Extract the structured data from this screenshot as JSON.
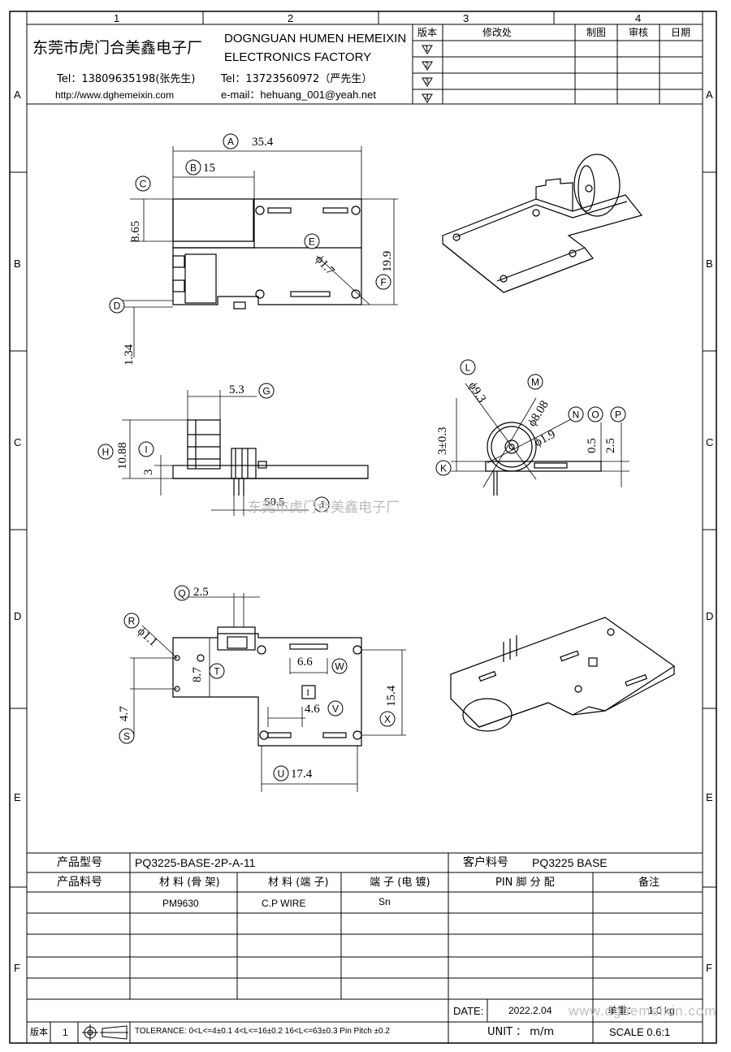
{
  "grid": {
    "columns": [
      "1",
      "2",
      "3",
      "4"
    ],
    "rows": [
      "A",
      "B",
      "C",
      "D",
      "E",
      "F"
    ]
  },
  "header": {
    "company_cn": "东莞市虎门合美鑫电子厂",
    "company_en_line1": "DOGNGUAN HUMEN HEMEIXIN",
    "company_en_line2": "ELECTRONICS FACTORY",
    "tel1": "Tel：13809635198(张先生)",
    "tel2": "Tel：13723560972（严先生）",
    "website": "http://www.dghemeixin.com",
    "email": "e-mail：hehuang_001@yeah.net"
  },
  "revision_table": {
    "headers": [
      "版本",
      "修改处",
      "制图",
      "审核",
      "日期"
    ],
    "revisions": [
      "1",
      "2",
      "3",
      "4"
    ]
  },
  "dimensions": {
    "A": {
      "tag": "A",
      "value": "35.4"
    },
    "B": {
      "tag": "B",
      "value": "15"
    },
    "C": {
      "tag": "C",
      "value": "8.65"
    },
    "D": {
      "tag": "D",
      "value": "1.34"
    },
    "E": {
      "tag": "E",
      "value": "ϕ1.7"
    },
    "F": {
      "tag": "F",
      "value": "19.9"
    },
    "G": {
      "tag": "G",
      "value": "5.3"
    },
    "H": {
      "tag": "H",
      "value": "10.88"
    },
    "I": {
      "tag": "I",
      "value": "3"
    },
    "J": {
      "tag": "J",
      "value": "S0.5"
    },
    "K": {
      "tag": "K",
      "value": "3±0.3"
    },
    "L": {
      "tag": "L",
      "value": "ϕ9.3"
    },
    "M": {
      "tag": "M",
      "value": "ϕ8.08"
    },
    "N": {
      "tag": "N",
      "value": "ϕ1.9"
    },
    "O": {
      "tag": "O",
      "value": "0.5"
    },
    "P": {
      "tag": "P",
      "value": "2.5"
    },
    "Q": {
      "tag": "Q",
      "value": "2.5"
    },
    "R": {
      "tag": "R",
      "value": "ϕ1.1"
    },
    "S": {
      "tag": "S",
      "value": "4.7"
    },
    "T": {
      "tag": "T",
      "value": "8.7"
    },
    "U": {
      "tag": "U",
      "value": "17.4"
    },
    "V": {
      "tag": "V",
      "value": "4.6"
    },
    "W": {
      "tag": "W",
      "value": "6.6"
    },
    "X": {
      "tag": "X",
      "value": "15.4"
    },
    "pin1": "1"
  },
  "watermark_text": "东莞市虎门合美鑫电子厂",
  "title_block": {
    "product_model_label": "产品型号",
    "product_model": "PQ3225-BASE-2P-A-11",
    "customer_part_label": "客户料号",
    "customer_part": "PQ3225 BASE",
    "product_part_label": "产品料号",
    "material_bobbin_label": "材 料 (骨 架)",
    "material_pin_label": "材 料 (端 子)",
    "pin_plating_label": "端 子 (电 镀)",
    "pin_assign_label": "PIN 脚 分 配",
    "remark_label": "备注",
    "material_bobbin": "PM9630",
    "material_pin": "C.P WIRE",
    "pin_plating": "Sn",
    "date_label": "DATE:",
    "date": "2022.2.04",
    "weight_label": "单重：",
    "weight": "1.0 kg",
    "version_label": "版本",
    "version": "1",
    "tolerance": "TOLERANCE:  0<L<=4±0.1  4<L<=16±0.2  16<L<=63±0.3  Pin Pitch  ±0.2",
    "unit": "UNIT ： m/m",
    "scale": "SCALE  0.6:1",
    "url_watermark": "www.dghemeixin.com"
  }
}
